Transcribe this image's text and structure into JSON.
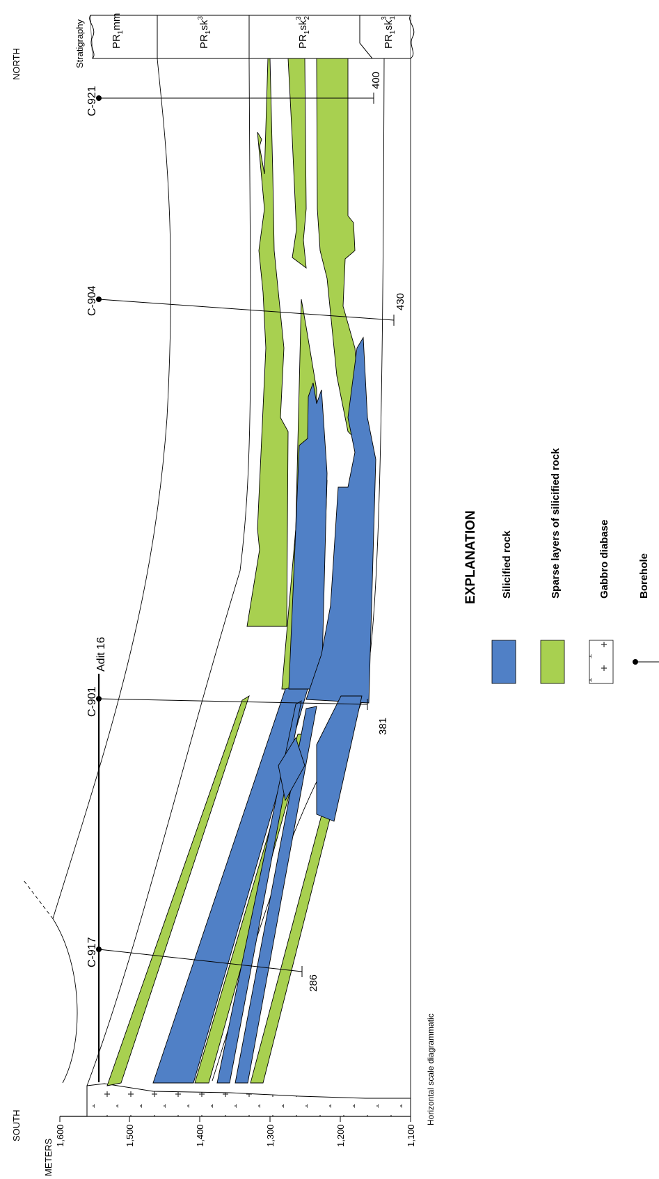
{
  "directions": {
    "south": "SOUTH",
    "north": "NORTH"
  },
  "axis": {
    "unit_label": "METERS",
    "ticks": [
      "1,600",
      "1,500",
      "1,400",
      "1,300",
      "1,200",
      "1,100"
    ],
    "horizontal_scale_note": "Horizontal scale diagrammatic"
  },
  "stratigraphy": {
    "header": "Stratigraphy",
    "units": [
      {
        "base": "PR",
        "sub1": "1",
        "tail": "mm",
        "sup": ""
      },
      {
        "base": "PR",
        "sub1": "1",
        "tail": "sk",
        "sup": "3"
      },
      {
        "base": "PR",
        "sub1": "1",
        "tail": "sk",
        "sub2": "2",
        "sup": "3"
      },
      {
        "base": "PR",
        "sub1": "1",
        "tail": "sk",
        "sub2": "1",
        "sup": "3"
      }
    ]
  },
  "boreholes": [
    {
      "id": "C-921",
      "depth": "400"
    },
    {
      "id": "C-904",
      "depth": "430"
    },
    {
      "id": "C-901",
      "depth": "381"
    },
    {
      "id": "C-917",
      "depth": "286"
    }
  ],
  "adit_label": "Adit 16",
  "explanation": {
    "title": "EXPLANATION",
    "items": [
      {
        "label": "Silicified rock",
        "color": "#5080c6"
      },
      {
        "label": "Sparse layers of silicified rock",
        "color": "#a8d050"
      },
      {
        "label": "Gabbro diabase",
        "color": "#ffffff"
      },
      {
        "label": "Borehole",
        "color": "#000000"
      }
    ]
  }
}
